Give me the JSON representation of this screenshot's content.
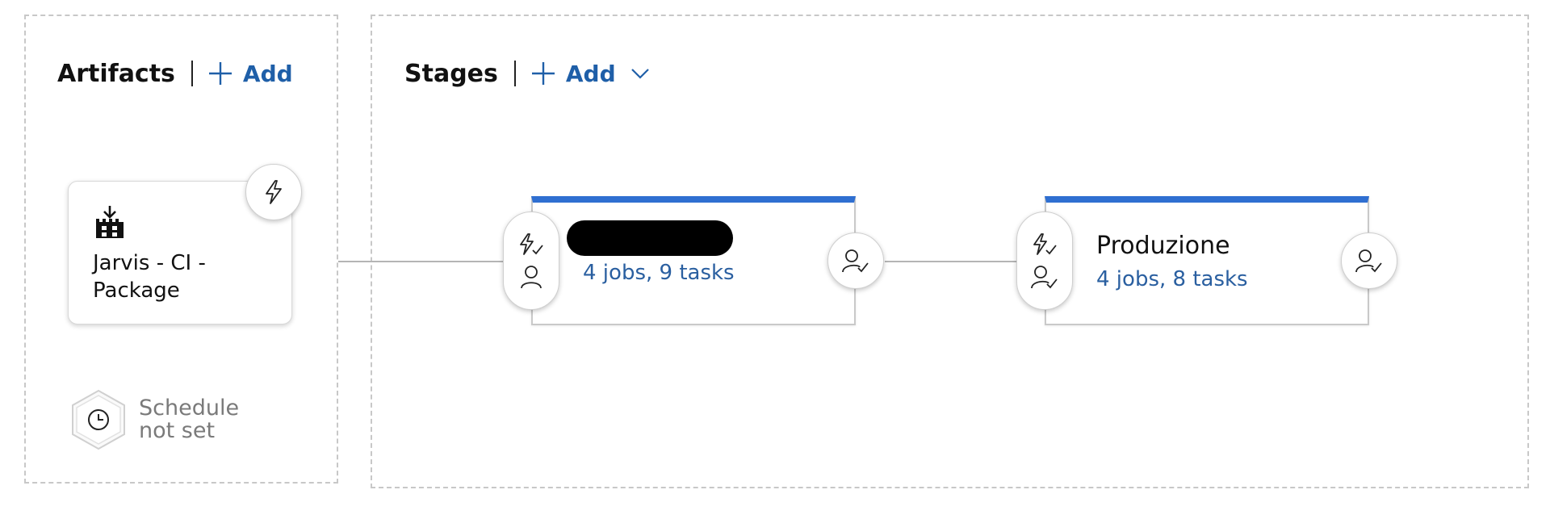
{
  "artifacts": {
    "title": "Artifacts",
    "add_label": "Add",
    "items": [
      {
        "name": "Jarvis - CI - Package",
        "icon": "build-artifact-icon",
        "trigger_icon": "lightning-icon"
      }
    ],
    "schedule": {
      "label_line1": "Schedule",
      "label_line2": "not set",
      "icon": "clock-icon"
    }
  },
  "stages": {
    "title": "Stages",
    "add_label": "Add",
    "items": [
      {
        "name": "",
        "redacted": true,
        "summary": "4 jobs, 9 tasks"
      },
      {
        "name": "Produzione",
        "redacted": false,
        "summary": "4 jobs, 8 tasks"
      }
    ]
  },
  "colors": {
    "accent": "#2f6fd1",
    "link": "#1f5fa8",
    "muted_text": "#7a7a7a",
    "border": "#c8c8c8"
  }
}
